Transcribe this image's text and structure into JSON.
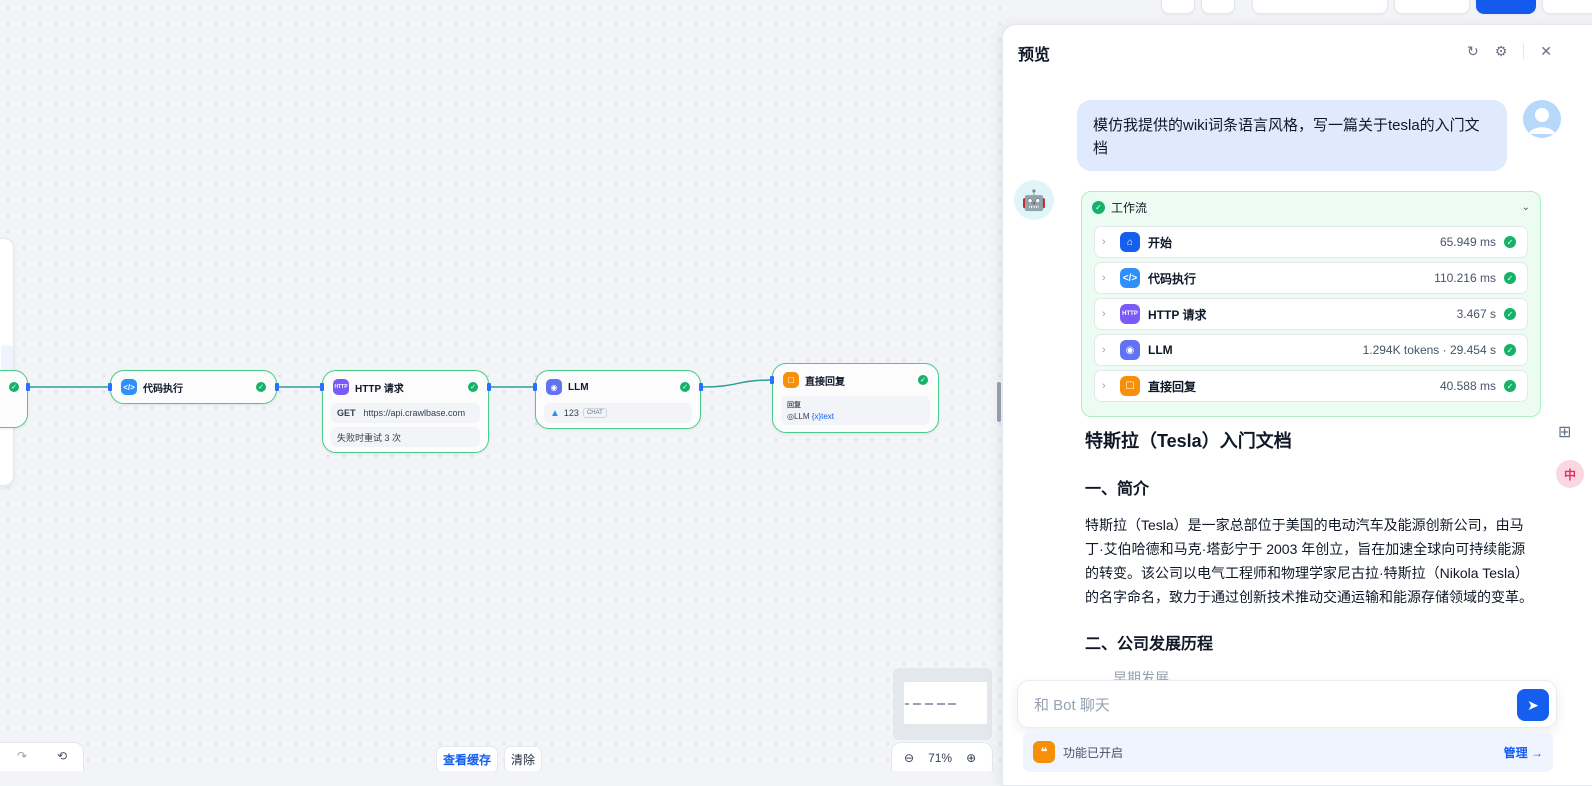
{
  "preview": {
    "title": "预览",
    "user_message": "模仿我提供的wiki词条语言风格，写一篇关于tesla的入门文档",
    "workflow": {
      "label": "工作流",
      "steps": [
        {
          "name": "开始",
          "time": "65.949 ms",
          "icon": "home-icon"
        },
        {
          "name": "代码执行",
          "time": "110.216 ms",
          "icon": "code-icon"
        },
        {
          "name": "HTTP 请求",
          "time": "3.467 s",
          "icon": "http-icon"
        },
        {
          "name": "LLM",
          "time": "1.294K tokens · 29.454 s",
          "icon": "llm-icon"
        },
        {
          "name": "直接回复",
          "time": "40.588 ms",
          "icon": "reply-icon"
        }
      ]
    },
    "answer": {
      "h1": "特斯拉（Tesla）入门文档",
      "sec1": "一、简介",
      "para1": "特斯拉（Tesla）是一家总部位于美国的电动汽车及能源创新公司，由马丁·艾伯哈德和马克·塔彭宁于 2003 年创立，旨在加速全球向可持续能源的转变。该公司以电气工程师和物理学家尼古拉·特斯拉（Nikola Tesla）的名字命名，致力于通过创新技术推动交通运输和能源存储领域的变革。",
      "sec2": "二、公司发展历程",
      "sub": "早期发展"
    },
    "input_placeholder": "和 Bot 聊天",
    "feature_text": "功能已开启",
    "manage_label": "管理 →"
  },
  "canvas": {
    "nodes": {
      "code": {
        "title": "代码执行"
      },
      "http": {
        "title": "HTTP 请求",
        "method": "GET",
        "url": "https://api.crawlbase.com",
        "retry": "失败时重试 3 次"
      },
      "llm": {
        "title": "LLM",
        "model": "123",
        "mode": "CHAT"
      },
      "reply": {
        "title": "直接回复",
        "label": "回复",
        "var_prefix": "LLM",
        "var_name": "text"
      }
    },
    "cache_view": "查看缓存",
    "cache_clear": "清除",
    "zoom": "71%"
  },
  "colors": {
    "accent": "#155eef",
    "success": "#17b26a",
    "edge": "#2f9e8f"
  }
}
